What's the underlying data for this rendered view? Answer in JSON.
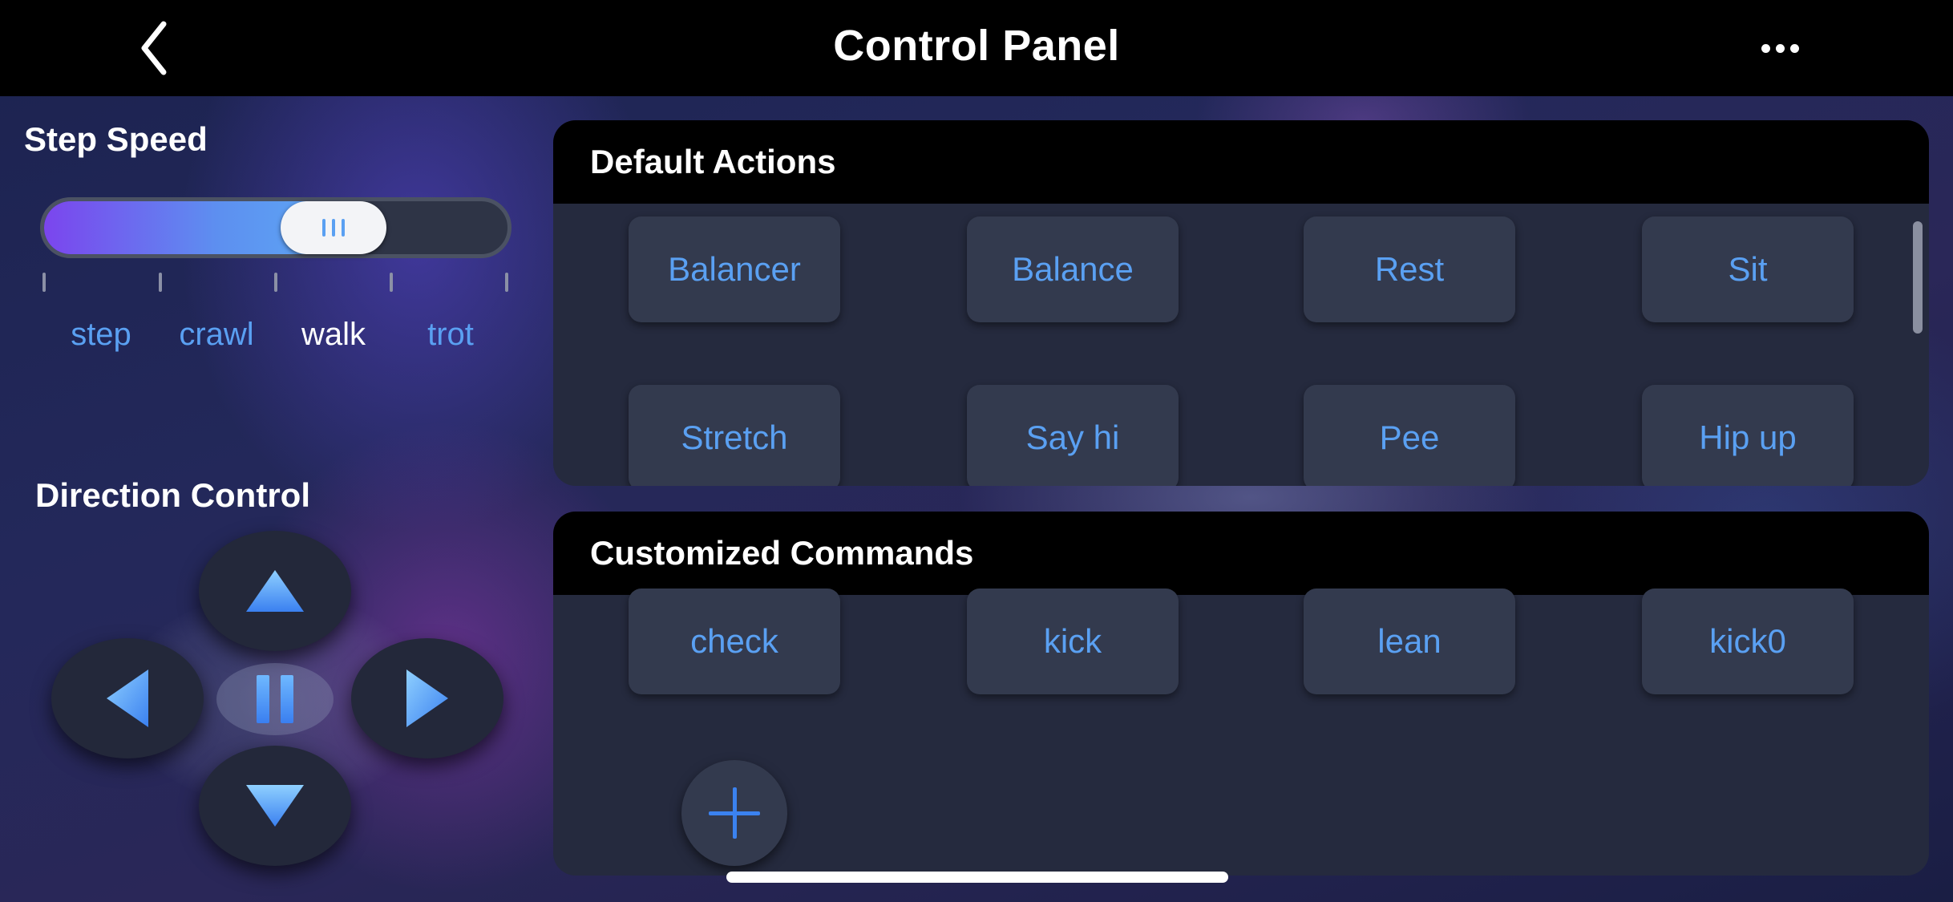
{
  "header": {
    "title": "Control Panel",
    "back_icon": "chevron-left-icon",
    "more_icon": "ellipsis-icon"
  },
  "step_speed": {
    "title": "Step Speed",
    "options": [
      "step",
      "crawl",
      "walk",
      "trot"
    ],
    "selected": "walk",
    "slider_value": 0.62,
    "accent_gradient": [
      "#7b45ee",
      "#5da6f4"
    ]
  },
  "direction_control": {
    "title": "Direction Control",
    "buttons": [
      "up-arrow-icon",
      "left-arrow-icon",
      "pause-icon",
      "right-arrow-icon",
      "down-arrow-icon"
    ]
  },
  "default_actions": {
    "title": "Default Actions",
    "items": [
      "Balancer",
      "Balance",
      "Rest",
      "Sit",
      "Stretch",
      "Say hi",
      "Pee",
      "Hip up"
    ]
  },
  "custom_commands": {
    "title": "Customized Commands",
    "items": [
      "check",
      "kick",
      "lean",
      "kick0"
    ],
    "add_icon": "plus-icon"
  },
  "colors": {
    "accent": "#5aa0f2",
    "panel": "#252a3e",
    "button": "#333a4e",
    "header_bg": "#000000"
  }
}
